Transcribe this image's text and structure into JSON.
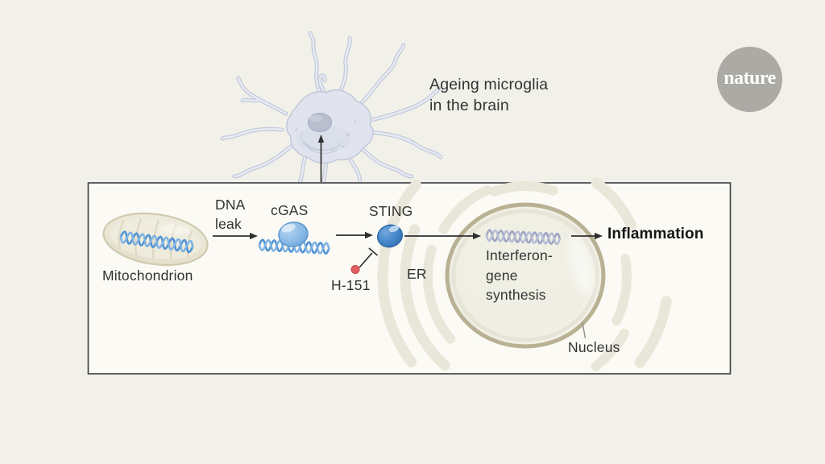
{
  "figure": {
    "caption": {
      "line1": "Ageing microglia",
      "line2": "in the brain"
    },
    "brand": {
      "logo": "nature"
    },
    "panel": {
      "mitochondrion": "Mitochondrion",
      "dna_leak": {
        "line1": "DNA",
        "line2": "leak"
      },
      "cgas": "cGAS",
      "sting": "STING",
      "inhibitor": "H-151",
      "er": "ER",
      "interferon": {
        "line1": "Interferon-",
        "line2": "gene",
        "line3": "synthesis"
      },
      "inflammation": "Inflammation",
      "nucleus": "Nucleus"
    }
  },
  "icons": {
    "arrow": "black right/up arrows linking pathway steps",
    "inhibition": "T-bar inhibition symbol from H-151 red dot to STING",
    "microglia-cell": "branched grey-blue microglia illustration",
    "mitochondrion": "beige oval organelle with blue DNA helix",
    "er": "beige arc segments of endoplasmic reticulum",
    "nucleus": "large beige-ringed circle with lavender DNA helix"
  },
  "colors": {
    "background": "#f2f1e9",
    "panel_fill": "#fbfaf4",
    "panel_border": "#46464a",
    "text": "#333333",
    "emphasis_text": "#151515",
    "dna_blue": "#4e92d4",
    "dna_blue_light": "#7fb2e2",
    "nucleus_dna_lavender": "#9ca4c6",
    "organelle_beige": "#e9e6d4",
    "er_beige": "#e9e7d9",
    "nucleus_ring": "#b8b193",
    "cgas_blue": "#7db0e0",
    "sting_blue": "#3c7ec2",
    "inhibitor_red": "#e25e5d",
    "microglia_gray": "#e1e4ee",
    "logo_gray": "#acaaa5",
    "arrow_dark": "#2f2f2f"
  }
}
